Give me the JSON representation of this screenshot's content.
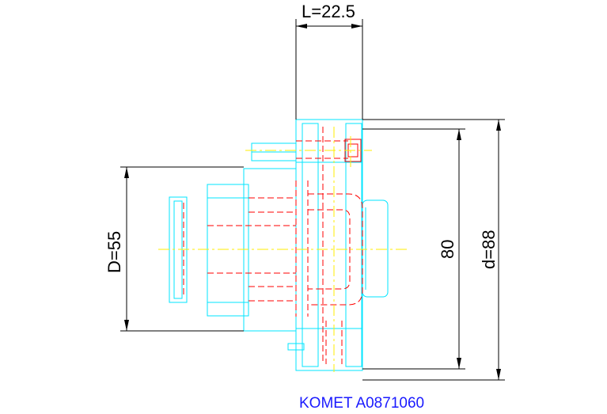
{
  "dimensions": {
    "length_label": "L=22.5",
    "bore_label": "D=55",
    "inner_label": "80",
    "outer_label": "d=88"
  },
  "caption": "KOMET A0871060",
  "colors": {
    "outline": "#00e5ff",
    "hidden": "#ff0000",
    "centerline": "#ffee00",
    "dimension": "#000000",
    "caption": "#1a1aff"
  }
}
